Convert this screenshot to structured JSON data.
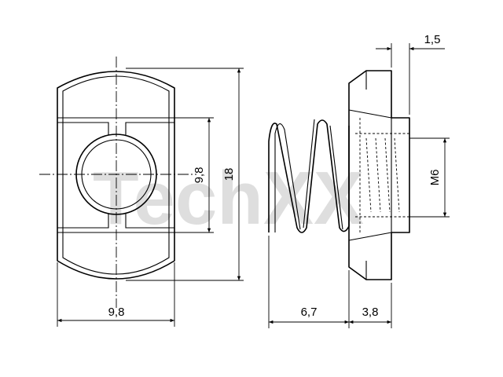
{
  "watermark": {
    "text": "TechXX",
    "color": "#b8b8b8"
  },
  "dimensions": {
    "nut_width": "9,8",
    "slot_width": "9,8",
    "nut_height": "18",
    "spring_length": "6,7",
    "flange_thickness": "3,8",
    "collar_offset": "1,5",
    "thread": "M6"
  },
  "colors": {
    "line": "#000000",
    "background": "#ffffff"
  }
}
